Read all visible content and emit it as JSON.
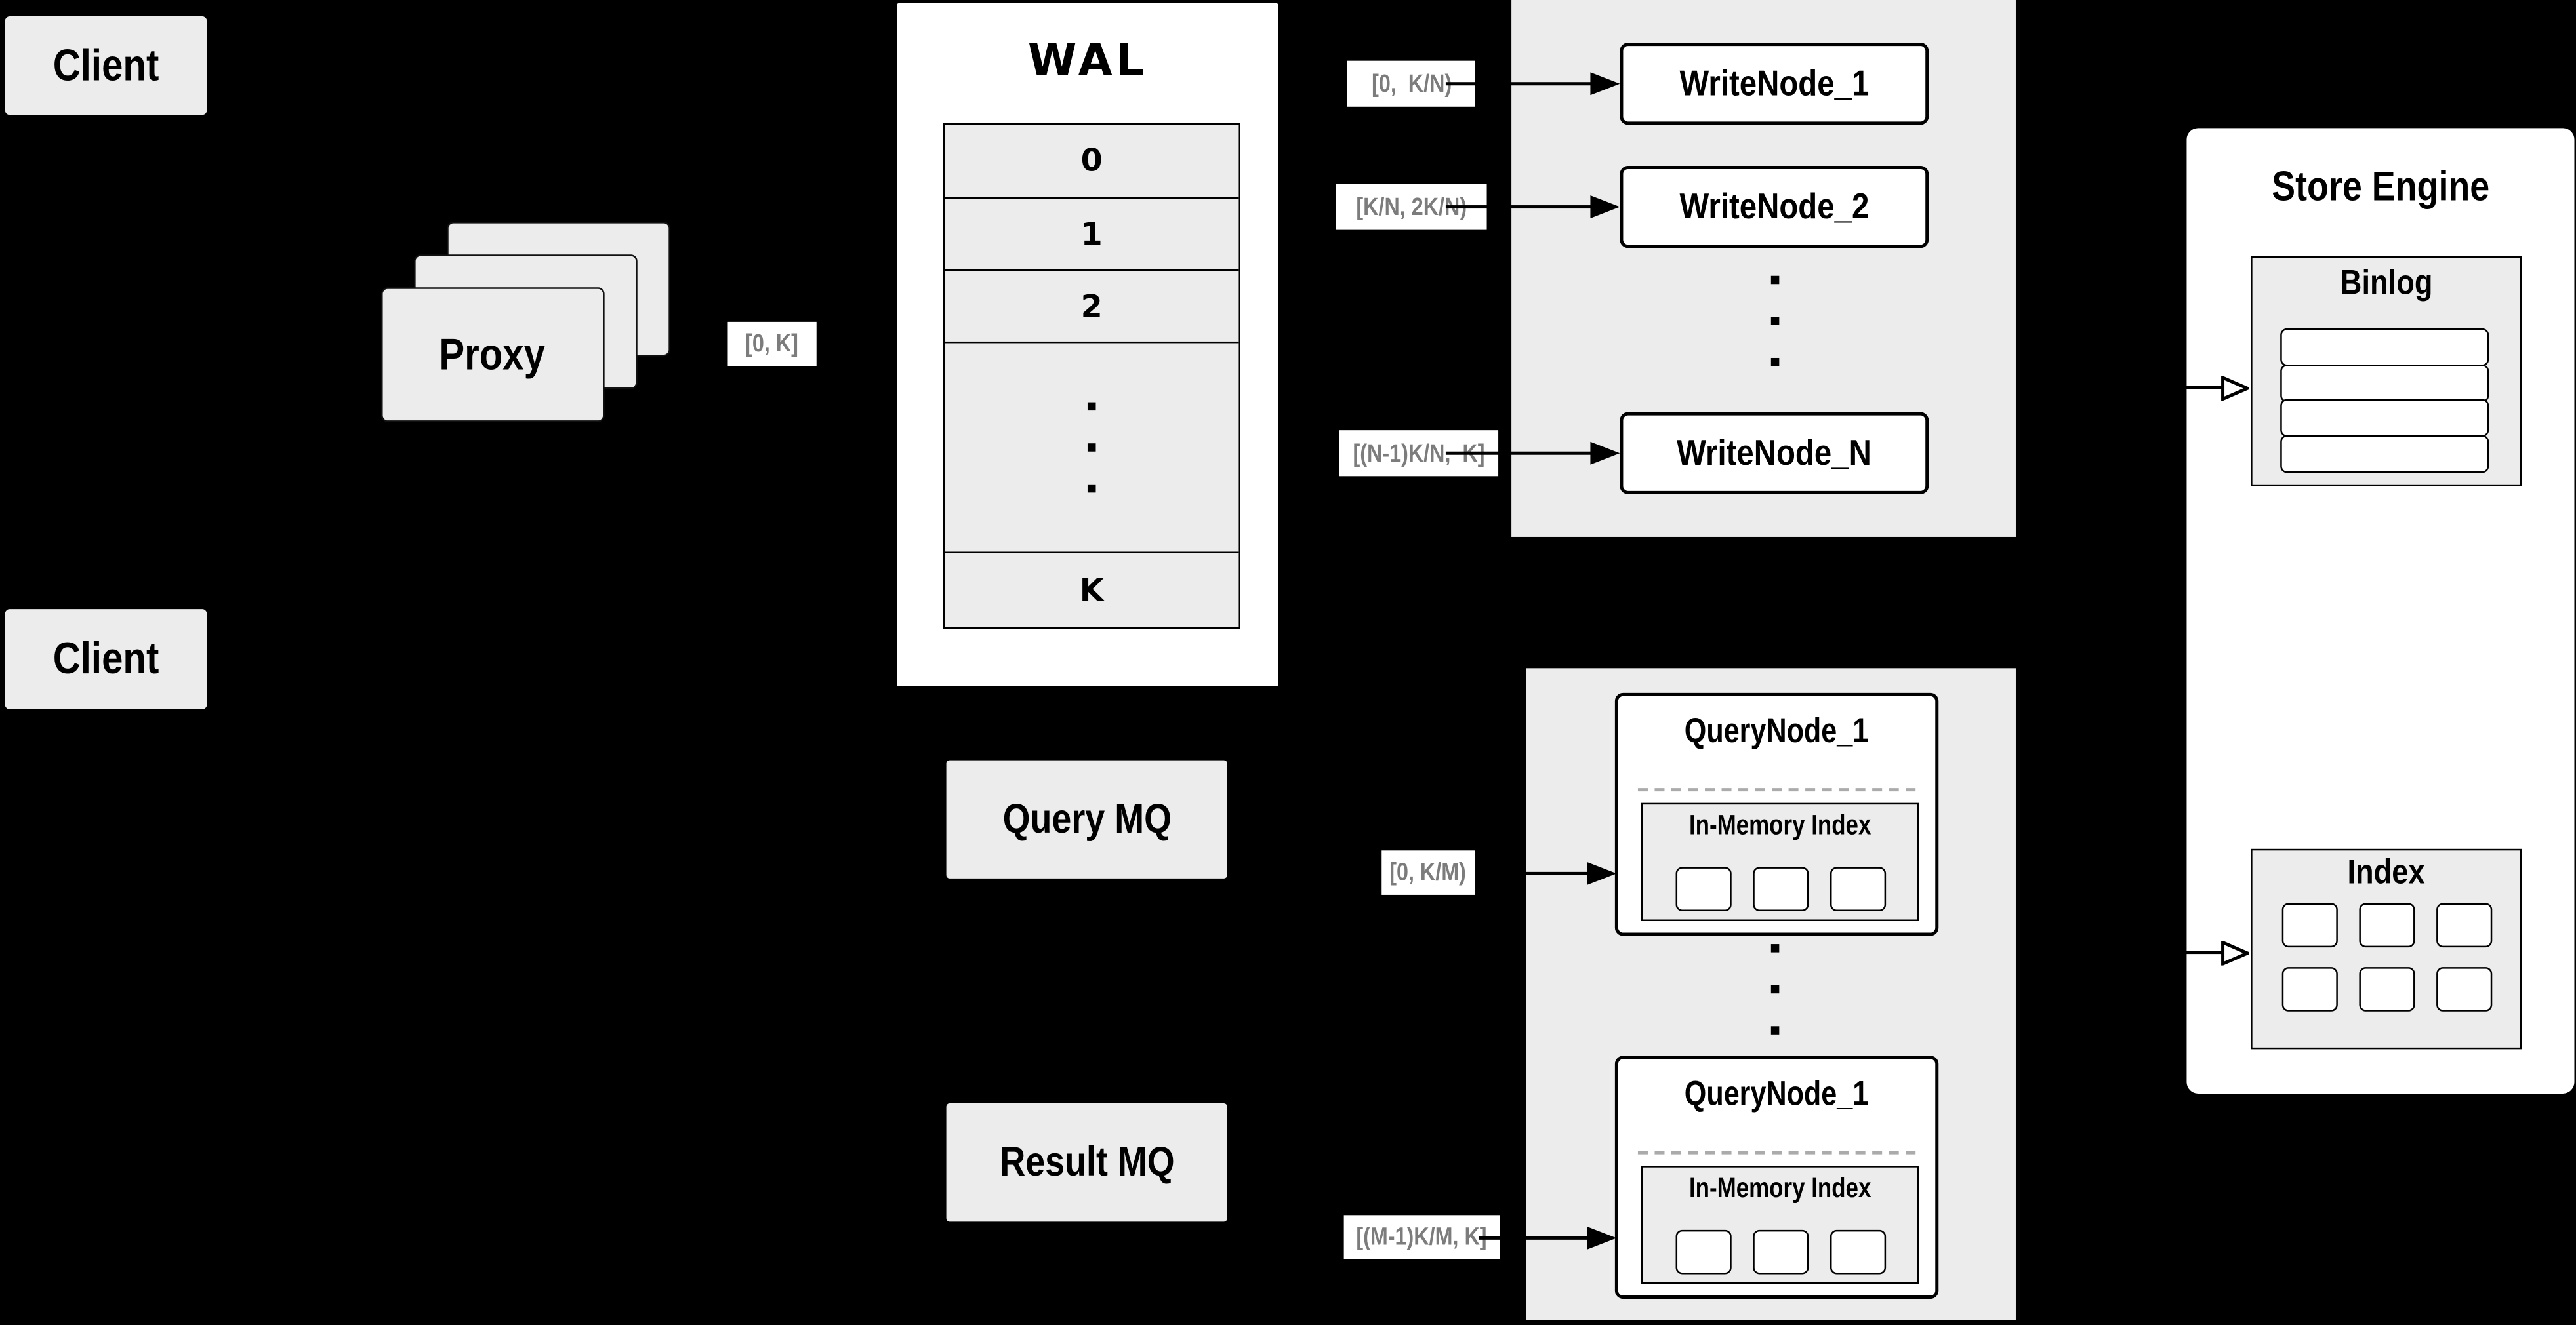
{
  "colors": {
    "background": "#000000",
    "panel_gray": "#ececec",
    "panel_white": "#ffffff",
    "line_black": "#000000",
    "range_label_text": "#7c7c7c"
  },
  "clients": {
    "top_label": "Client",
    "bottom_label": "Client"
  },
  "proxy": {
    "label": "Proxy",
    "range_label": "[0, K]"
  },
  "wal": {
    "title": "WAL",
    "segments": [
      "0",
      "1",
      "2",
      "K"
    ]
  },
  "write_group": {
    "ranges": [
      "[0,  K/N)",
      "[K/N, 2K/N)",
      "[(N-1)K/N,  K]"
    ],
    "nodes": [
      "WriteNode_1",
      "WriteNode_2",
      "WriteNode_N"
    ]
  },
  "mq": {
    "query_label": "Query MQ",
    "result_label": "Result MQ"
  },
  "query_group": {
    "ranges": [
      "[0, K/M)",
      "[(M-1)K/M, K]"
    ],
    "nodes": [
      {
        "title": "QueryNode_1",
        "memory_label": "In-Memory Index"
      },
      {
        "title": "QueryNode_1",
        "memory_label": "In-Memory Index"
      }
    ]
  },
  "store_engine": {
    "title": "Store Engine",
    "binlog_title": "Binlog",
    "index_title": "Index"
  }
}
